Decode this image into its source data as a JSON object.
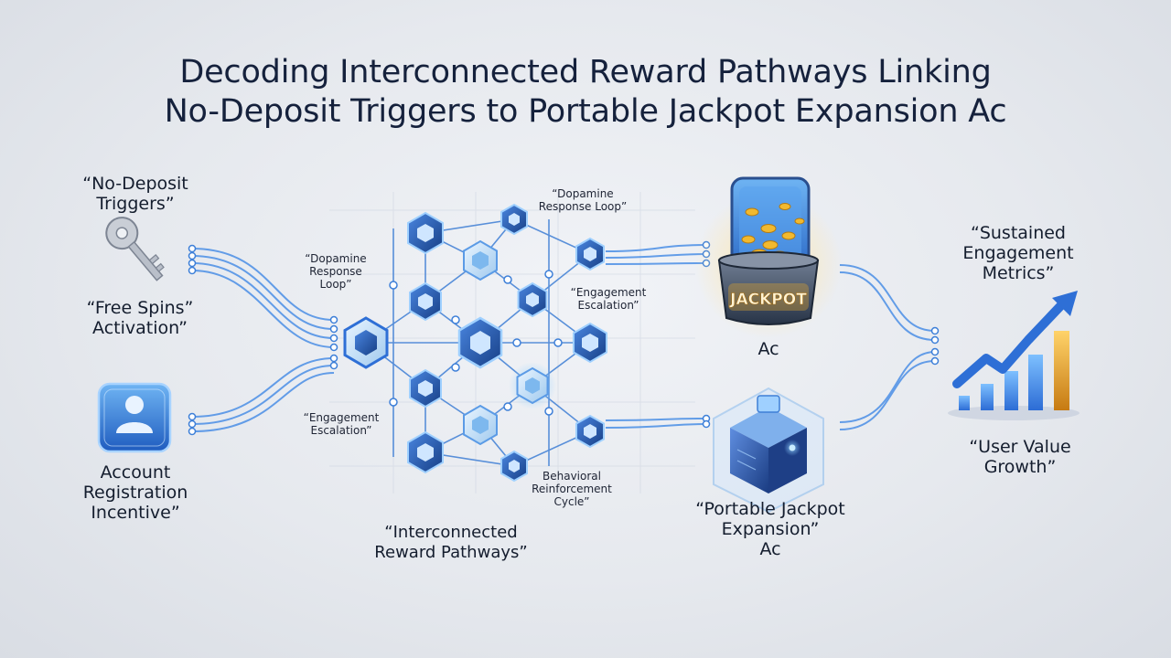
{
  "title": {
    "line1": "Decoding Interconnected Reward Pathways Linking",
    "line2": "No-Deposit Triggers to Portable Jackpot Expansion Ac"
  },
  "inputs": {
    "no_deposit": "“No-Deposit\nTriggers”",
    "free_spins": "“Free Spins”\nActivation”",
    "account": "Account\nRegistration\nIncentive”"
  },
  "network": {
    "dopamine_top": "“Dopamine\nResponse Loop”",
    "dopamine_left": "“Dopamine\nResponse\nLoop”",
    "engagement_right": "“Engagement\nEscalation”",
    "engagement_left": "“Engagement\nEscalation”",
    "behavioral": "Behavioral\nReinforcement\nCycle”",
    "caption": "“Interconnected\nReward Pathways”"
  },
  "jackpot": {
    "badge": "JACKPOT",
    "label": "Ac"
  },
  "expansion": {
    "label": "“Portable Jackpot\nExpansion”\nAc"
  },
  "outputs": {
    "sustained": "“Sustained\nEngagement\nMetrics”",
    "user_value": "“User Value\nGrowth”"
  },
  "colors": {
    "accent": "#2e6fd6",
    "node_dark": "#1f4f9e",
    "node_light": "#8fc4ef",
    "gold": "#e9a92b"
  }
}
